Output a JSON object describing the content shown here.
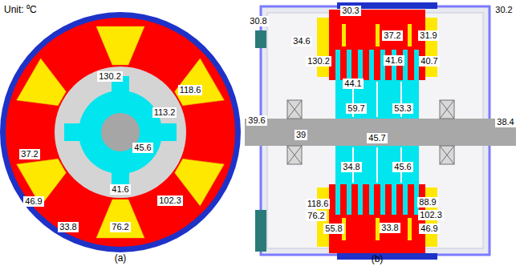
{
  "diagram": {
    "labels": [
      "Unit: ⁰C",
      "130.2",
      "118.6",
      "113.2",
      "37.2",
      "45.6",
      "46.9",
      "41.6",
      "102.3",
      "33.8",
      "76.2",
      "(a)",
      "30.8",
      "30.3",
      "37.2",
      "31.9",
      "30.2",
      "34.6",
      "130.2",
      "41.6",
      "40.7",
      "44.1",
      "39.6",
      "59.7",
      "53.3",
      "39",
      "45.7",
      "38.4",
      "34.8",
      "45.6",
      "118.6",
      "88.9",
      "76.2",
      "102.3",
      "55.8",
      "33.8",
      "46.9",
      "(b)"
    ]
  }
}
